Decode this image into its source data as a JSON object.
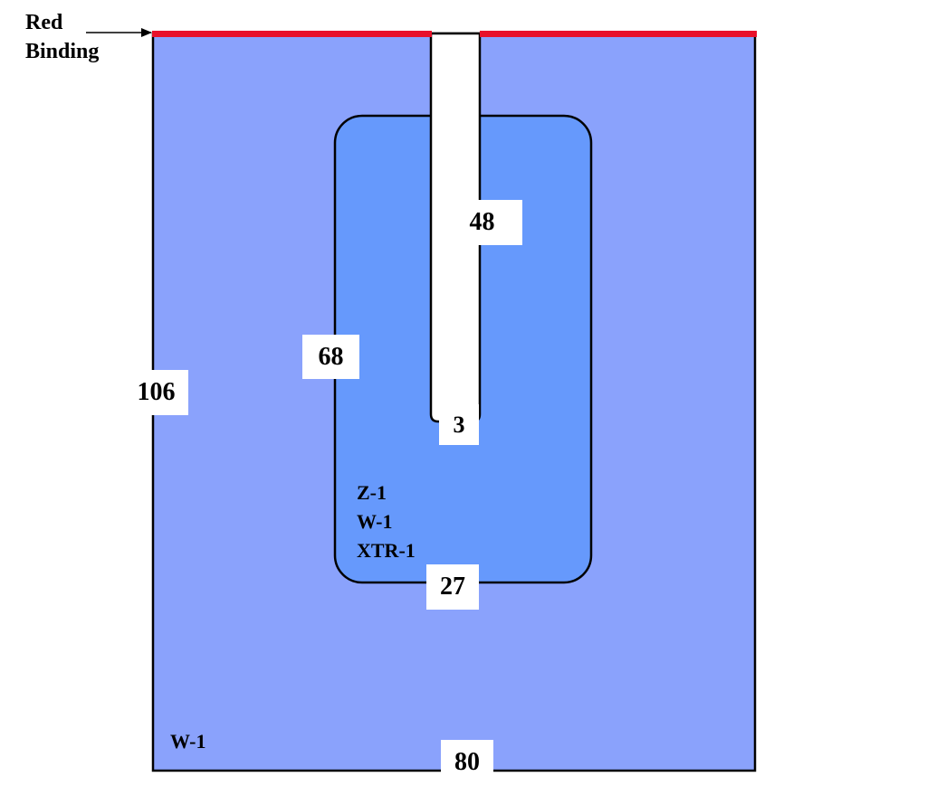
{
  "binding": {
    "label_line1": "Red",
    "label_line2": "Binding",
    "color": "#e8102a"
  },
  "outer_panel": {
    "fill": "#8aa2fc",
    "material": "W-1",
    "height_label": "106",
    "width_label": "80"
  },
  "inner_panel": {
    "fill": "#6699fc",
    "height_label": "68",
    "width_label": "27",
    "materials": [
      "Z-1",
      "W-1",
      "XTR-1"
    ]
  },
  "slot": {
    "length_label": "48",
    "width_label": "3"
  }
}
